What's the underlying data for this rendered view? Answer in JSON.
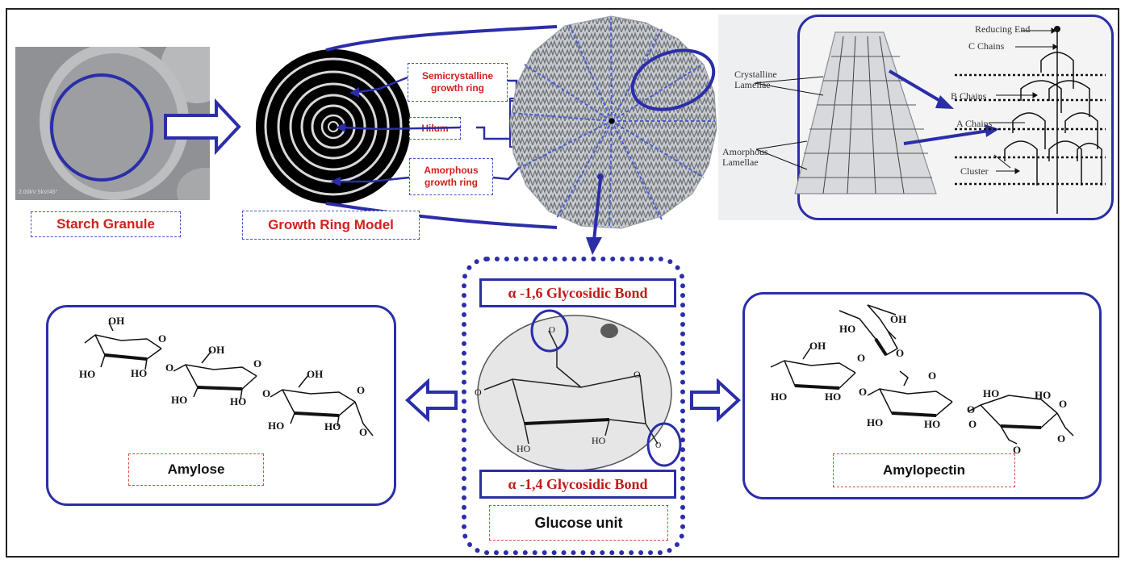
{
  "labels": {
    "starch_granule": "Starch Granule",
    "growth_ring_model": "Growth Ring Model",
    "semicrystalline": "Semicrystalline growth ring",
    "hilum": "Hilum",
    "amorphous": "Amorphous growth ring",
    "alpha16": "α -1,6 Glycosidic Bond",
    "alpha14": "α -1,4 Glycosidic Bond",
    "glucose_unit": "Glucose unit",
    "amylose": "Amylose",
    "amylopectin": "Amylopectin"
  },
  "lamellae": {
    "reducing_end": "Reducing End",
    "c_chains": "C Chains",
    "crystalline": "Crystalline Lamellae",
    "b_chains": "B Chains",
    "a_chains": "A Chains",
    "amorphous": "Amorphous Lamellae",
    "cluster": "Cluster"
  },
  "chem": {
    "oh": "OH",
    "ho": "HO",
    "o": "O"
  },
  "colors": {
    "accent_blue": "#2b2ea8",
    "label_red": "#d0211c",
    "dash_blue": "#3a57c8"
  }
}
